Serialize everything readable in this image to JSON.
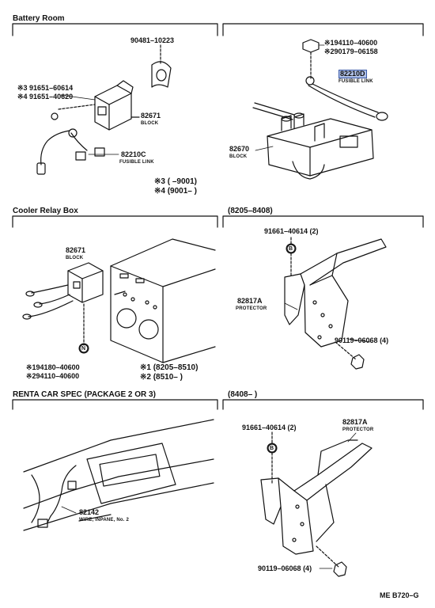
{
  "sections": {
    "battery_room": "Battery Room",
    "cooler_relay_box": "Cooler Relay Box",
    "range_8205_8408": "(8205–8408)",
    "renta_car": "RENTA CAR SPEC (PACKAGE 2 OR 3)",
    "range_8408": "(8408–          )"
  },
  "labels": {
    "p90481": "90481–10223",
    "p91651_a": "※3 91651–60614",
    "p91651_b": "※4 91651–40620",
    "p82671_a": "82671",
    "block_a": "BLOCK",
    "p82210c": "82210C",
    "fusible_c": "FUSIBLE LINK",
    "p194110_a": "※194110–40600",
    "p290179": "※290179–06158",
    "p82210d": "82210D",
    "fusible_d": "FUSIBLE LINK",
    "p82670": "82670",
    "block_c": "BLOCK",
    "leg3": "※3  (        –9001)",
    "leg4": "※4  (9001–        )",
    "p82671_b": "82671",
    "block_b": "BLOCK",
    "p194180": "※194180–40600",
    "p294110": "※294110–40600",
    "leg1": "※1  (8205–8510)",
    "leg2": "※2  (8510–        )",
    "p91661_a": "91661–40614 (2)",
    "p82817a_a": "82817A",
    "protector_a": "PROTECTOR",
    "p90119_a": "90119–06068 (4)",
    "p91661_b": "91661–40614 (2)",
    "p82817a_b": "82817A",
    "protector_b": "PROTECTOR",
    "p82142": "82142",
    "wire_82142": "WIRE, INPANE, No. 2",
    "p90119_b": "90119–06068 (4)",
    "ref": "ME B720–G",
    "badge_b": "B",
    "badge_n": "N"
  },
  "colors": {
    "ink": "#111111",
    "highlight": "#aebfe6",
    "highlight_border": "#3b5aa8"
  }
}
